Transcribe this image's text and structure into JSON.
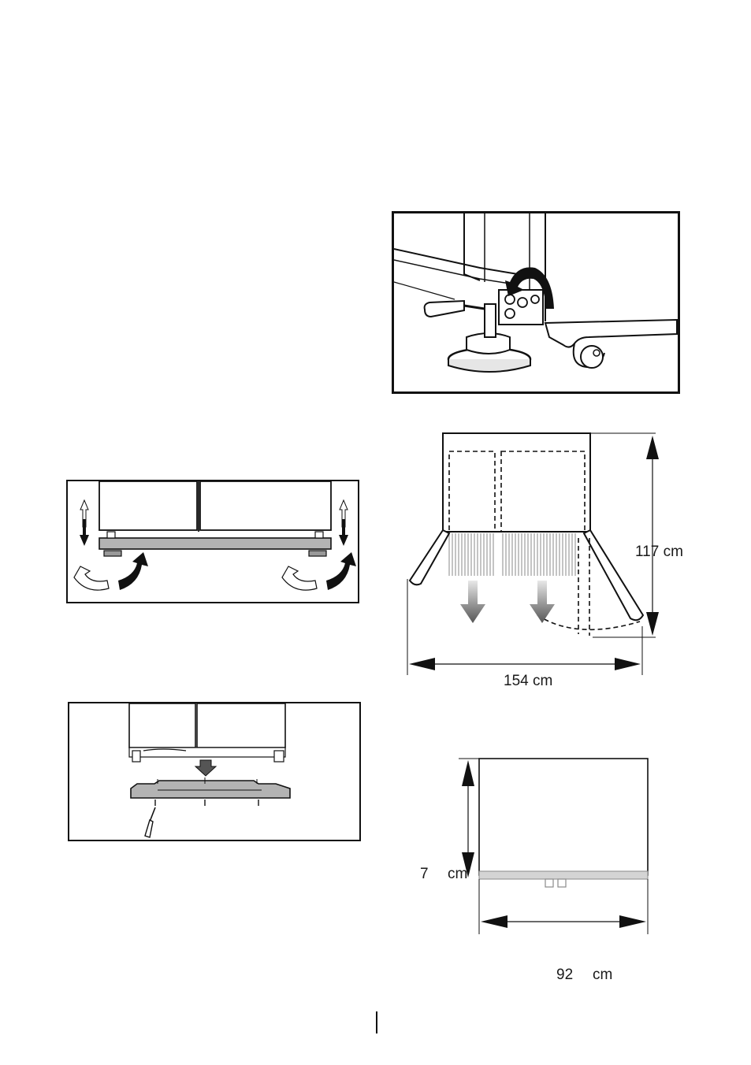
{
  "dimensions": {
    "height_door_open": "117 cm",
    "width_doors_open": "154 cm",
    "depth_value": "7",
    "depth_unit": "cm",
    "width_value": "92",
    "width_unit": "cm"
  },
  "colors": {
    "line": "#111111",
    "panel_fill": "#ffffff",
    "plinth_gray": "#b3b3b3",
    "arrow_gray": "#7a7a7a"
  }
}
